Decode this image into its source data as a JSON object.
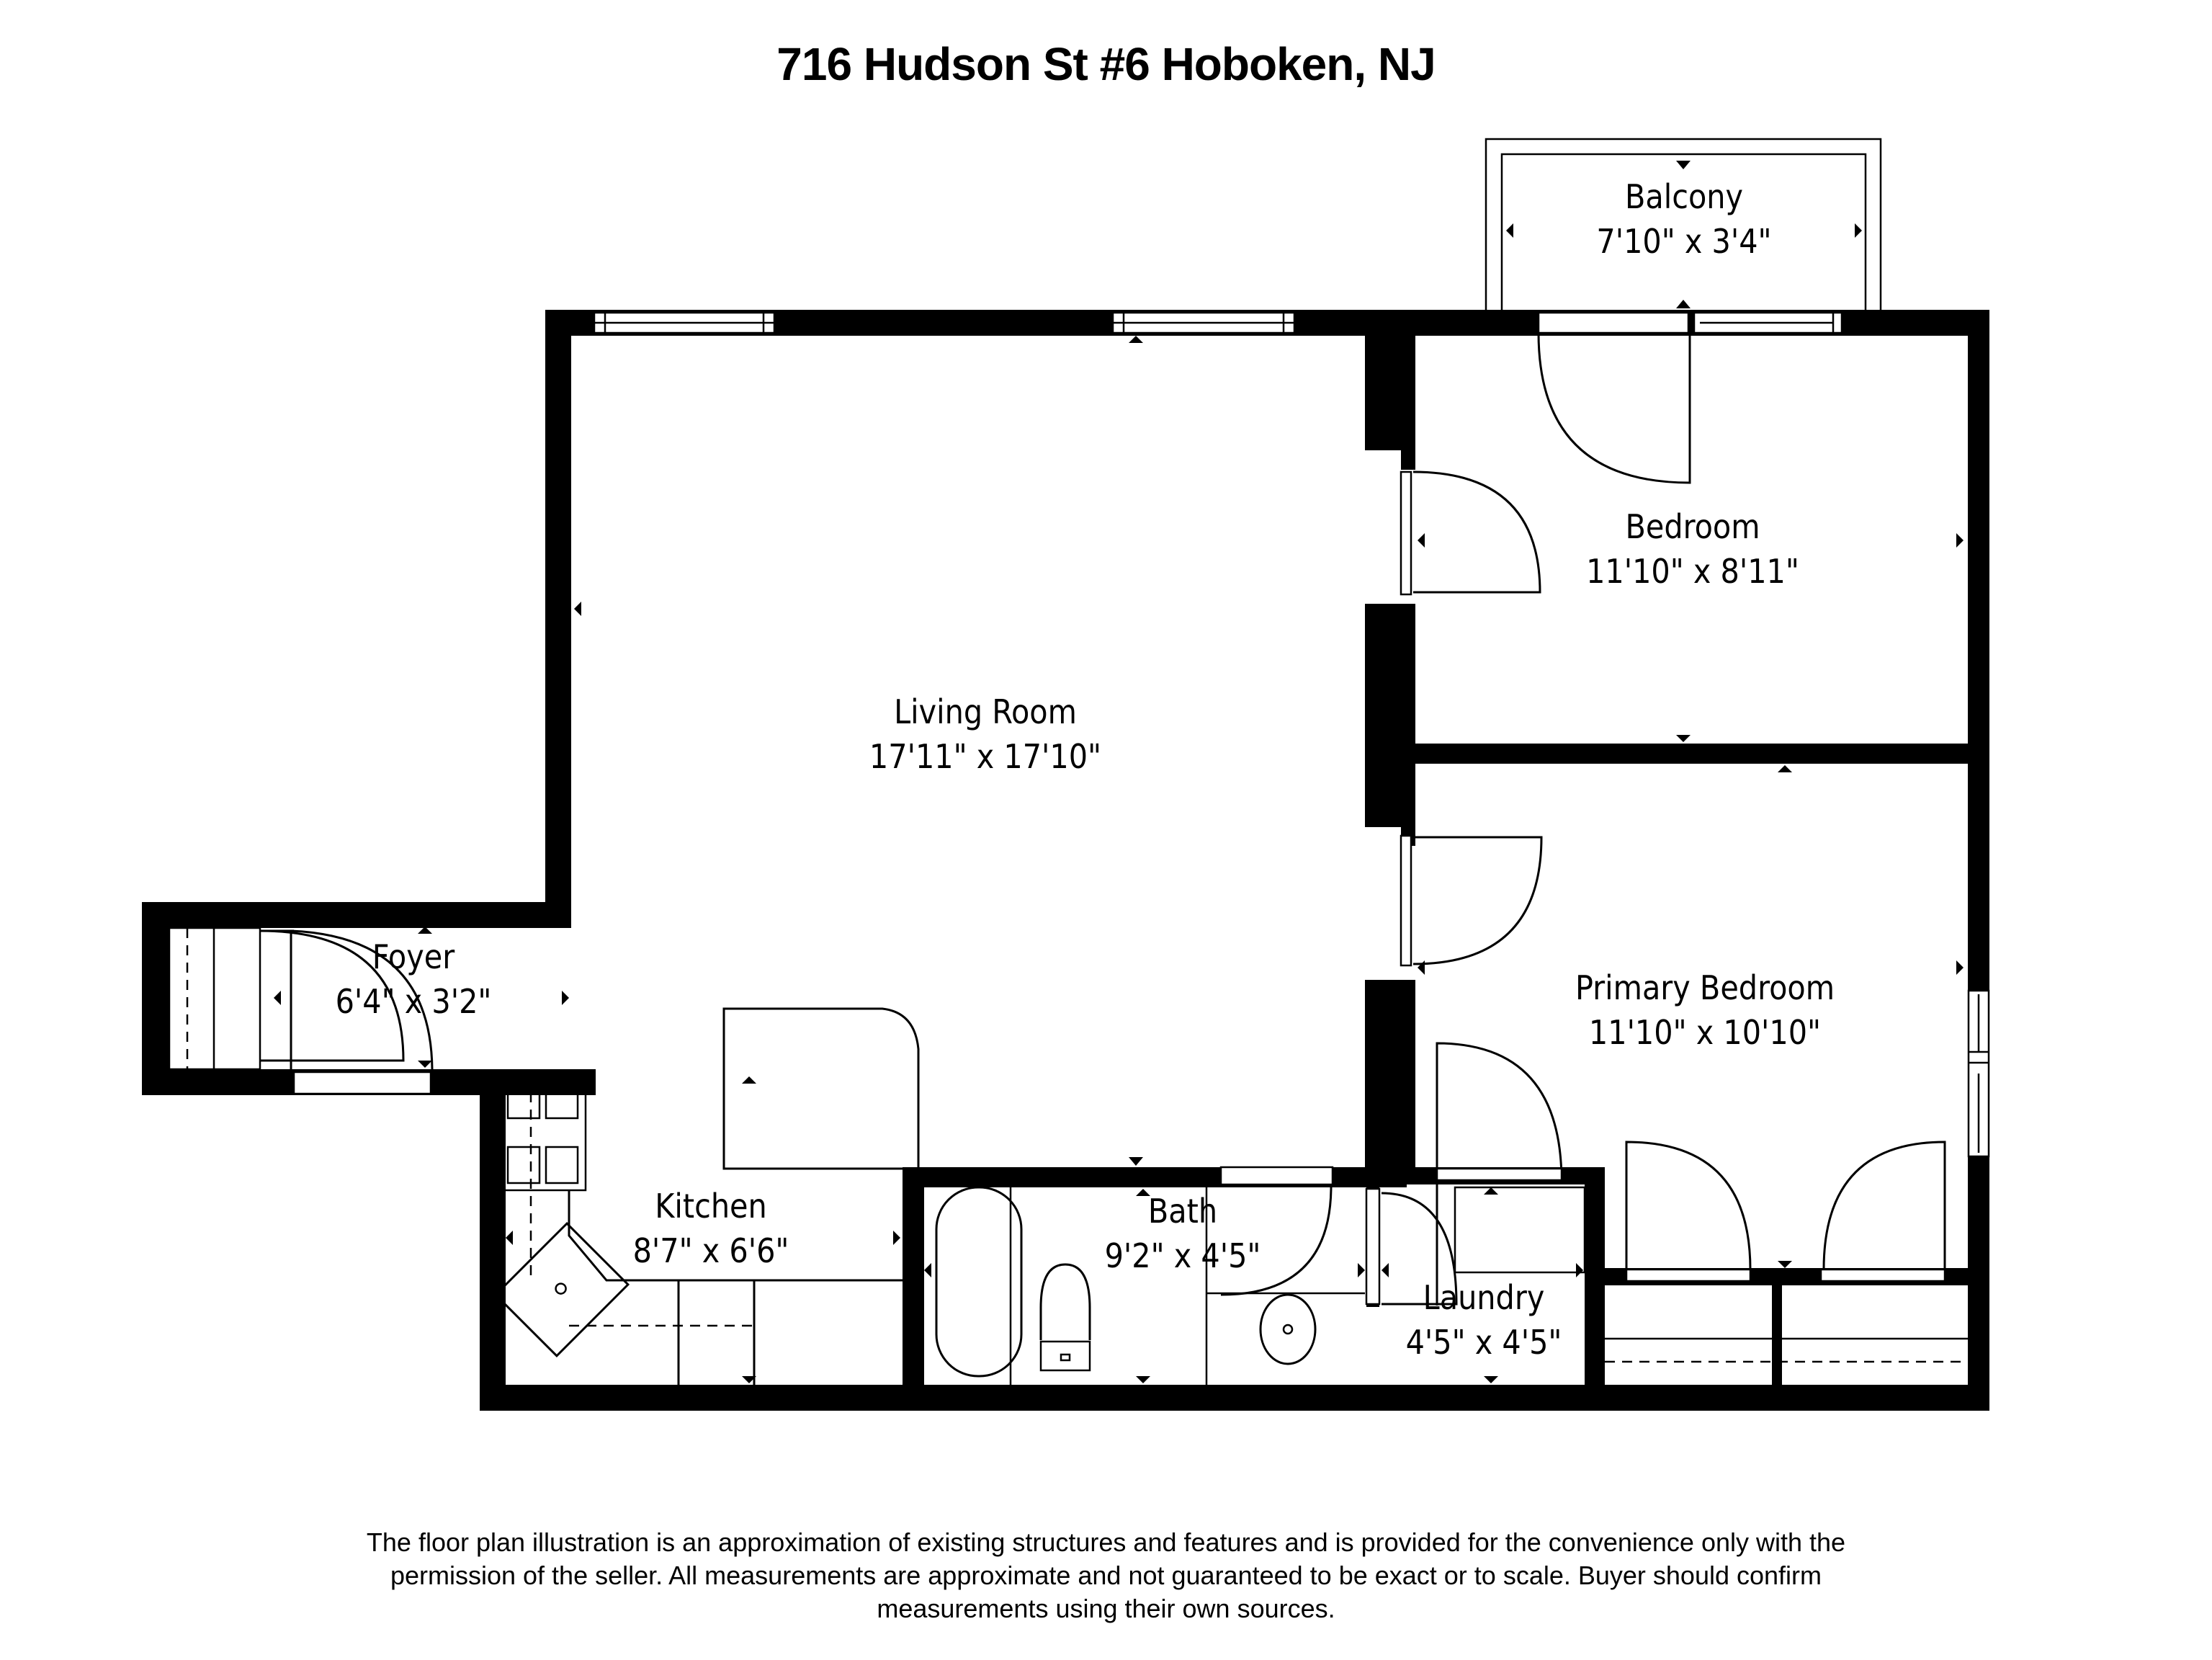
{
  "title": "716 Hudson St #6 Hoboken, NJ",
  "rooms": [
    {
      "id": "balcony",
      "name": "Balcony",
      "dimensions": "7'10\" x 3'4\""
    },
    {
      "id": "bedroom",
      "name": "Bedroom",
      "dimensions": "11'10\" x 8'11\""
    },
    {
      "id": "living_room",
      "name": "Living Room",
      "dimensions": "17'11\" x 17'10\""
    },
    {
      "id": "foyer",
      "name": "Foyer",
      "dimensions": "6'4\" x 3'2\""
    },
    {
      "id": "primary_bedroom",
      "name": "Primary Bedroom",
      "dimensions": "11'10\" x 10'10\""
    },
    {
      "id": "kitchen",
      "name": "Kitchen",
      "dimensions": "8'7\" x 6'6\""
    },
    {
      "id": "bath",
      "name": "Bath",
      "dimensions": "9'2\" x 4'5\""
    },
    {
      "id": "laundry",
      "name": "Laundry",
      "dimensions": "4'5\" x 4'5\""
    }
  ],
  "disclaimer": {
    "line1": "The floor plan illustration is an approximation of existing structures and features and is provided for the convenience only with the",
    "line2": "permission of the seller. All measurements are approximate and not guaranteed to be exact or to scale. Buyer should confirm",
    "line3": "measurements using their own sources."
  },
  "colors": {
    "wall": "#000000",
    "background": "#ffffff"
  }
}
